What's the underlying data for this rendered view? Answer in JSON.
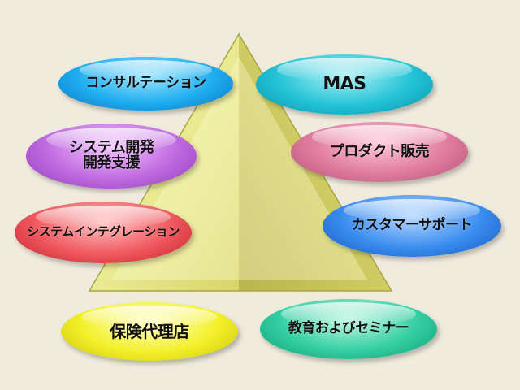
{
  "diagram": {
    "center_shape": "pyramid",
    "background_color": "#EFEBDD",
    "pyramid_colors": {
      "light": "#FFFFC0",
      "mid": "#E6E37A",
      "dark": "#B9B54E"
    },
    "items": [
      {
        "id": "consult",
        "label": "コンサルテーション",
        "color": "#1FAEF0"
      },
      {
        "id": "mas",
        "label": "MAS",
        "color": "#22C3D6"
      },
      {
        "id": "sysdev",
        "label": "システム開発\n開発支援",
        "color": "#C06AE0"
      },
      {
        "id": "product",
        "label": "プロダクト販売",
        "color": "#E07C9E"
      },
      {
        "id": "si",
        "label": "システムインテグレーション",
        "color": "#F0585F"
      },
      {
        "id": "support",
        "label": "カスタマーサポート",
        "color": "#3B8DF0"
      },
      {
        "id": "insurance",
        "label": "保険代理店",
        "color": "#F3F02A"
      },
      {
        "id": "education",
        "label": "教育およびセミナー",
        "color": "#34CFA2"
      }
    ]
  }
}
